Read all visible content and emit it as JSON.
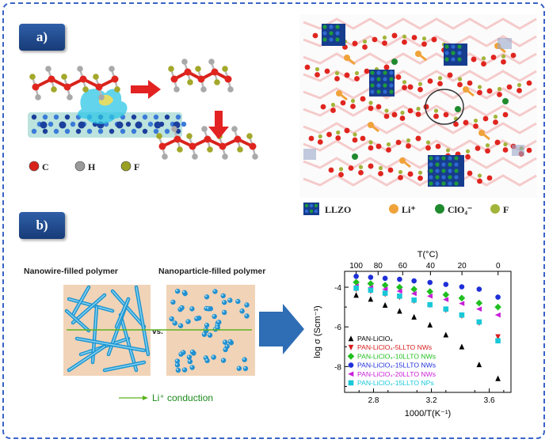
{
  "panel_a": {
    "tag": "a)",
    "legend_left": [
      {
        "symbol": "C",
        "color": "#d8231c"
      },
      {
        "symbol": "H",
        "color": "#9a9a9a"
      },
      {
        "symbol": "F",
        "color": "#9aa024"
      }
    ],
    "legend_right": [
      {
        "label": "LLZO",
        "color": "#1b3f9c"
      },
      {
        "label": "Li⁺",
        "color": "#f0a23a"
      },
      {
        "label": "ClO₄⁻",
        "color": "#1f8a2e"
      },
      {
        "label": "F",
        "color": "#a3b43a"
      }
    ]
  },
  "panel_b": {
    "tag": "b)",
    "nanowire_title": "Nanowire-filled polymer",
    "nanoparticle_title": "Nanoparticle-filled polymer",
    "vs_label": "vs.",
    "conduction_label": "Li⁺ conduction"
  },
  "chart_data": {
    "type": "scatter",
    "xlabel": "1000/T(K⁻¹)",
    "ylabel": "log σ (Scm⁻¹)",
    "top_xlabel": "T(°C)",
    "xlim": [
      2.6,
      3.75
    ],
    "ylim": [
      -9.3,
      -3.2
    ],
    "x_ticks": [
      2.8,
      3.2,
      3.6
    ],
    "x_tick_labels": [
      "2.8",
      "3.2",
      "3.6"
    ],
    "y_ticks": [
      -4,
      -6,
      -8
    ],
    "y_tick_labels": [
      "-4",
      "-6",
      "-8"
    ],
    "top_ticks_c": [
      100,
      80,
      60,
      40,
      20,
      0
    ],
    "top_tick_labels": [
      "100",
      "80",
      "60",
      "40",
      "20",
      "0"
    ],
    "legend_position": "bottom-left",
    "series": [
      {
        "name": "PAN-LiClO₄",
        "color": "#000000",
        "marker": "triangle-up",
        "x": [
          2.68,
          2.78,
          2.88,
          2.98,
          3.08,
          3.19,
          3.3,
          3.41,
          3.53,
          3.66
        ],
        "y": [
          -4.4,
          -4.6,
          -4.9,
          -5.2,
          -5.5,
          -5.9,
          -6.4,
          -7.0,
          -7.9,
          -8.6
        ]
      },
      {
        "name": "PAN-LiClO₄-5LLTO NWs",
        "color": "#d81e1e",
        "marker": "triangle-down",
        "x": [
          2.68,
          2.78,
          2.88,
          2.98,
          3.08,
          3.19,
          3.3,
          3.41,
          3.53,
          3.66
        ],
        "y": [
          -4.1,
          -4.2,
          -4.35,
          -4.5,
          -4.7,
          -4.9,
          -5.15,
          -5.45,
          -5.8,
          -6.5
        ]
      },
      {
        "name": "PAN-LiClO₄-10LLTO NWs",
        "color": "#1fbf1f",
        "marker": "diamond",
        "x": [
          2.68,
          2.78,
          2.88,
          2.98,
          3.08,
          3.19,
          3.3,
          3.41,
          3.53,
          3.66
        ],
        "y": [
          -3.75,
          -3.82,
          -3.9,
          -4.0,
          -4.1,
          -4.22,
          -4.38,
          -4.55,
          -4.8,
          -5.0
        ]
      },
      {
        "name": "PAN-LiClO₄-15LLTO NWs",
        "color": "#1f2fd8",
        "marker": "circle",
        "x": [
          2.68,
          2.78,
          2.88,
          2.98,
          3.08,
          3.19,
          3.3,
          3.41,
          3.53,
          3.66
        ],
        "y": [
          -3.45,
          -3.5,
          -3.55,
          -3.6,
          -3.68,
          -3.76,
          -3.86,
          -3.98,
          -4.1,
          -4.5
        ]
      },
      {
        "name": "PAN-LiClO₄-20LLTO NWs",
        "color": "#c81ed8",
        "marker": "triangle-left",
        "x": [
          2.68,
          2.78,
          2.88,
          2.98,
          3.08,
          3.19,
          3.3,
          3.41,
          3.53,
          3.66
        ],
        "y": [
          -3.95,
          -4.02,
          -4.1,
          -4.2,
          -4.32,
          -4.45,
          -4.62,
          -4.82,
          -5.1,
          -5.4
        ]
      },
      {
        "name": "PAN-LiClO₄-15LLTO NPs",
        "color": "#19c8d8",
        "marker": "square",
        "x": [
          2.68,
          2.78,
          2.88,
          2.98,
          3.08,
          3.19,
          3.3,
          3.41,
          3.53,
          3.66
        ],
        "y": [
          -4.05,
          -4.15,
          -4.3,
          -4.45,
          -4.65,
          -4.88,
          -5.1,
          -5.4,
          -5.75,
          -6.7
        ]
      }
    ]
  }
}
